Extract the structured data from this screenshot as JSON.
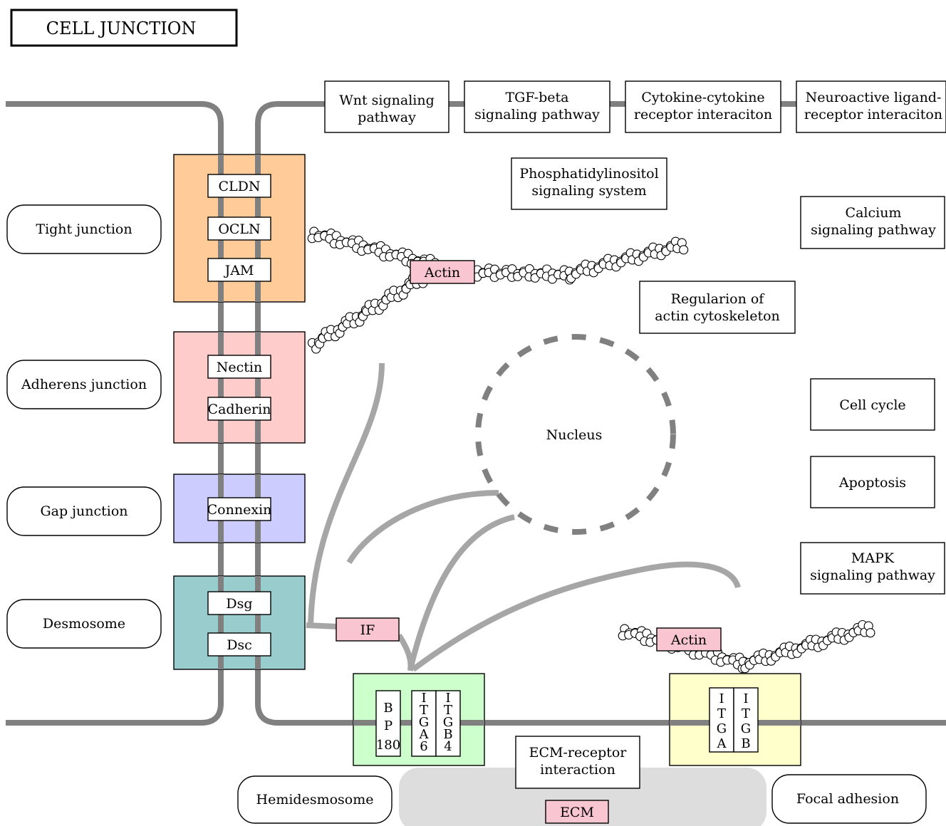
{
  "title": "CELL JUNCTION",
  "pathways": {
    "wnt": [
      "Wnt signaling",
      "pathway"
    ],
    "tgf": [
      "TGF-beta",
      "signaling pathway"
    ],
    "cytokine": [
      "Cytokine-cytokine",
      "receptor interaciton"
    ],
    "neuro": [
      "Neuroactive ligand-",
      "receptor interaciton"
    ],
    "phospho": [
      "Phosphatidylinositol",
      "signaling system"
    ],
    "calcium": [
      "Calcium",
      "signaling pathway"
    ],
    "actin_reg": [
      "Regularion of",
      "actin cytoskeleton"
    ],
    "cell_cycle": "Cell cycle",
    "apoptosis": "Apoptosis",
    "mapk": [
      "MAPK",
      "signaling pathway"
    ],
    "ecm_receptor": [
      "ECM-receptor",
      "interaction"
    ]
  },
  "junctions": {
    "tight": "Tight junction",
    "adherens": "Adherens junction",
    "gap": "Gap junction",
    "desmosome": "Desmosome",
    "hemidesmosome": "Hemidesmosome",
    "focal": "Focal adhesion"
  },
  "genes": {
    "cldn": "CLDN",
    "ocln": "OCLN",
    "jam": "JAM",
    "nectin": "Nectin",
    "cadherin": "Cadherin",
    "connexin": "Connexin",
    "dsg": "Dsg",
    "dsc": "Dsc",
    "bp180": [
      "B",
      "P",
      "180"
    ],
    "itga6": [
      "I",
      "T",
      "G",
      "A",
      "6"
    ],
    "itgb4": [
      "I",
      "T",
      "G",
      "B",
      "4"
    ],
    "itga": [
      "I",
      "T",
      "G",
      "A"
    ],
    "itgb": [
      "I",
      "T",
      "G",
      "B"
    ]
  },
  "markers": {
    "actin_top": "Actin",
    "actin_bottom": "Actin",
    "if": "IF",
    "ecm": "ECM"
  },
  "nucleus": "Nucleus",
  "colors": {
    "tight": "#ffcc99",
    "adherens": "#ffcccc",
    "gap": "#ccccff",
    "desmosome": "#99cccc",
    "hemidesmosome": "#ccffcc",
    "focal": "#ffffcc",
    "marker": "#f9c5d0",
    "membrane": "#808080",
    "filament": "#a6a6a6",
    "ecm_region": "#dddddd"
  }
}
